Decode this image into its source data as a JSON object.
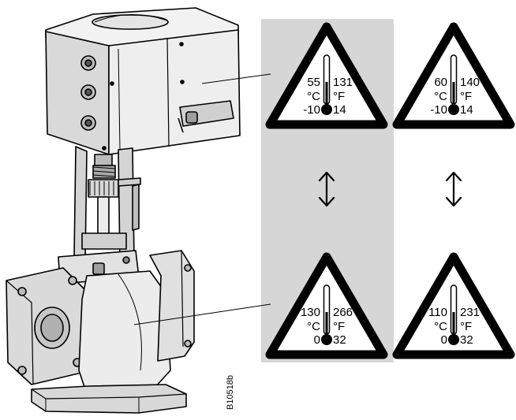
{
  "drawing_code": "B10518b",
  "colors": {
    "panel": "#d6d6d6",
    "ink": "#000000",
    "paper": "#ffffff",
    "valve_light": "#ececec",
    "valve_mid": "#cfcfcf",
    "valve_dark": "#9a9a9a"
  },
  "icons": {
    "warning": "temperature-warning-icon",
    "thermometer": "thermometer-icon",
    "arrow": "double-arrow-vertical-icon"
  },
  "warnings": {
    "actuator_standard": {
      "c_max": "55",
      "f_max": "131",
      "c_unit": "°C",
      "f_unit": "°F",
      "c_min": "-10",
      "f_min": "14"
    },
    "actuator_alt": {
      "c_max": "60",
      "f_max": "140",
      "c_unit": "°C",
      "f_unit": "°F",
      "c_min": "-10",
      "f_min": "14"
    },
    "valve_standard": {
      "c_max": "130",
      "f_max": "266",
      "c_unit": "°C",
      "f_unit": "°F",
      "c_min": "0",
      "f_min": "32"
    },
    "valve_alt": {
      "c_max": "110",
      "f_max": "231",
      "c_unit": "°C",
      "f_unit": "°F",
      "c_min": "0",
      "f_min": "32"
    }
  }
}
